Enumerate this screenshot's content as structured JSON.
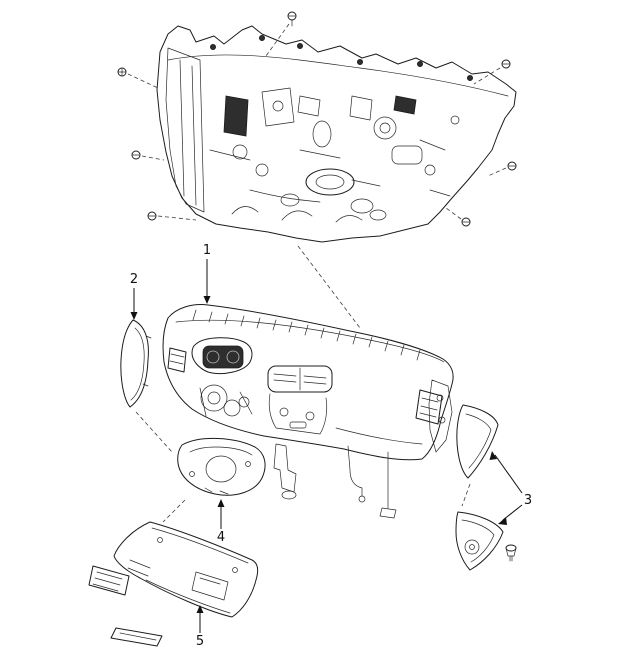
{
  "diagram": {
    "type": "exploded-parts-diagram",
    "background_color": "#ffffff",
    "line_color": "#1c1c1c",
    "dark_fill_color": "#2e2e2e",
    "callouts": [
      {
        "label": "1",
        "part": "crash-pad-main-assembly"
      },
      {
        "label": "2",
        "part": "left-side-end-cover"
      },
      {
        "label": "3",
        "part": "right-side-covers"
      },
      {
        "label": "4",
        "part": "steering-column-lower-cover"
      },
      {
        "label": "5",
        "part": "driver-lower-crash-pad-panel"
      }
    ]
  }
}
